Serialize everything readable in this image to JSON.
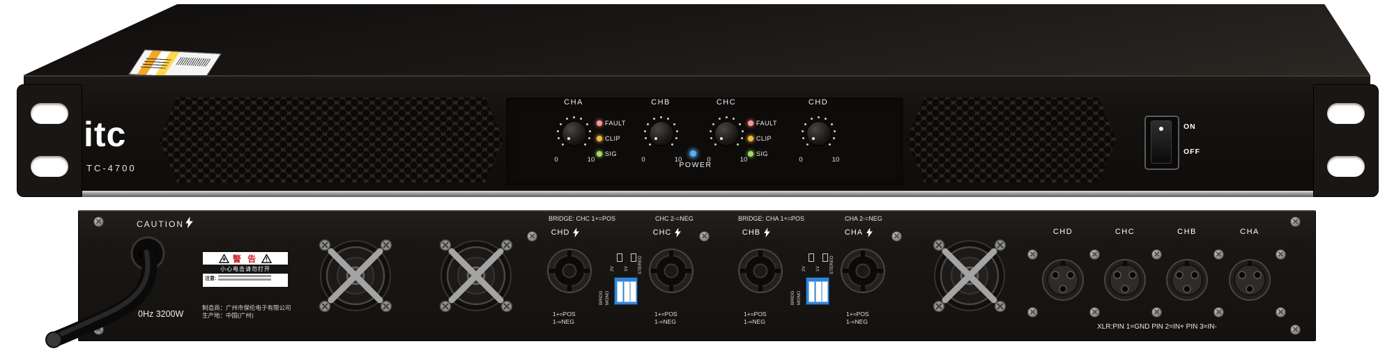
{
  "front": {
    "brand": "itc",
    "model": "TC-4700",
    "channels": [
      {
        "label": "CHA",
        "min": "0",
        "max": "10"
      },
      {
        "label": "CHB",
        "min": "0",
        "max": "10"
      },
      {
        "label": "CHC",
        "min": "0",
        "max": "10"
      },
      {
        "label": "CHD",
        "min": "0",
        "max": "10"
      }
    ],
    "led_labels": [
      "FAULT",
      "CLIP",
      "SIG"
    ],
    "power_label": "POWER",
    "switch_on": "ON",
    "switch_off": "OFF",
    "colors": {
      "fault_led": "#f59a9a",
      "clip_led": "#f5b942",
      "sig_led": "#a9d76b",
      "power_led": "#5aaef0"
    }
  },
  "rear": {
    "caution": "CAUTION",
    "power_rating": "0Hz 3200W",
    "warning": {
      "title": "警 告",
      "subtitle": "小心电击请勿打开",
      "note": "注意:"
    },
    "manufacturer_line1": "制造商：广州市保伦电子有限公司",
    "manufacturer_line2": "生产地：中国(广州)",
    "bridge_labels": {
      "left_main": "BRIDGE: CHC 1+=POS",
      "left_neg": "CHC 2-=NEG",
      "right_main": "BRIDGE: CHA 1+=POS",
      "right_neg": "CHA 2-=NEG"
    },
    "speakons": [
      {
        "label": "CHD",
        "pos": "1+=POS",
        "neg": "1-=NEG"
      },
      {
        "label": "CHC",
        "pos": "1+=POS",
        "neg": "1-=NEG"
      },
      {
        "label": "CHB",
        "pos": "1+=POS",
        "neg": "1-=NEG"
      },
      {
        "label": "CHA",
        "pos": "1+=POS",
        "neg": "1-=NEG"
      }
    ],
    "dip": {
      "l1": "2V",
      "l2": "1V",
      "l3": "STEREO",
      "l4": "BRIDG",
      "l5": "MONO"
    },
    "xlr_labels": [
      "CHD",
      "CHC",
      "CHB",
      "CHA"
    ],
    "xlr_note": "XLR:PIN 1=GND PIN 2=IN+ PIN 3=IN-"
  }
}
